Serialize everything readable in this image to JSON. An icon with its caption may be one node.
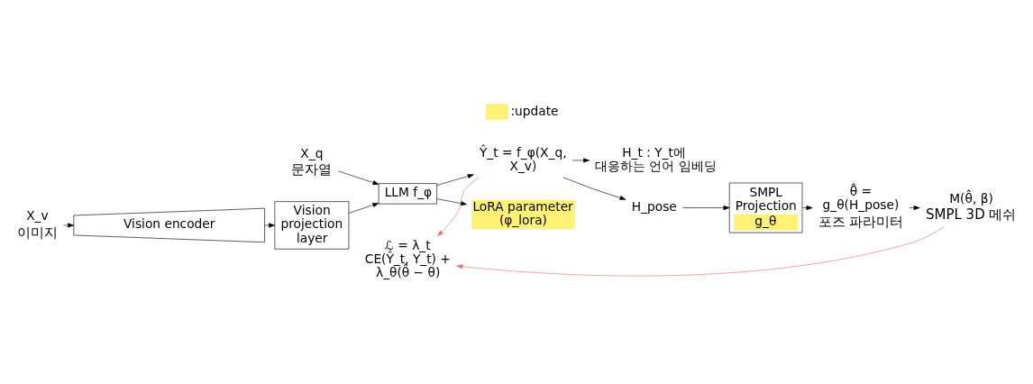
{
  "diagram": {
    "nodes": [
      {
        "text": [
          "X_q"
        ],
        "beside": [
          "문자열"
        ]
      },
      {
        "text": [
          "X_v"
        ],
        "beside": [
          "이미지"
        ]
      },
      {
        "text": [
          "Vision encoder"
        ]
      },
      {
        "text": [
          "Vision projection layer"
        ]
      },
      {
        "text": [
          "LLM f_φ"
        ]
      },
      {
        "text": [
          "Ŷ_t = f_φ(X_q, X_v)"
        ]
      },
      {
        "text": [
          "H_t : Y_t에 대응하는 언어 임베딩"
        ]
      },
      {
        "text": [
          "H_pose"
        ]
      },
      {
        "text": [
          "SMPL Projection",
          "g_θ"
        ]
      },
      {
        "text": [
          "θ̂ = g_θ(H_pose)"
        ],
        "beside": [
          "포즈 파라미터"
        ]
      },
      {
        "text": [
          "M(θ̂, β)"
        ],
        "beside": [
          "SMPL 3D 메쉬"
        ]
      },
      {
        "text": [
          "LoRA parameter (φ_lora)"
        ]
      },
      {
        "text": [
          "ℒ = λ_t CE(Ŷ_t, Y_t) + λ_θ(θ̂ − θ)"
        ]
      }
    ],
    "edges": [
      {
        "from": 0,
        "to": 4,
        "arrow": "to"
      },
      {
        "from": 1,
        "to": 2,
        "arrow": "to"
      },
      {
        "from": 2,
        "to": 3,
        "arrow": "to"
      },
      {
        "from": 3,
        "to": 4,
        "arrow": "to"
      },
      {
        "from": 4,
        "to": 5,
        "arrow": "to"
      },
      {
        "from": 5,
        "to": 6,
        "arrow": "to"
      },
      {
        "from": 5,
        "to": 7,
        "arrow": "to"
      },
      {
        "from": 7,
        "to": 8,
        "arrow": "to"
      },
      {
        "from": 8,
        "to": 9,
        "arrow": "to"
      },
      {
        "from": 9,
        "to": 10,
        "arrow": "to"
      },
      {
        "from": 4,
        "to": 11,
        "arrow": "to"
      },
      {
        "from": 5,
        "to": 12,
        "arrow": "to",
        "color": "#e57368"
      },
      {
        "from": 10,
        "to": 12,
        "arrow": "to",
        "color": "#e57368"
      }
    ],
    "legend": [
      {
        "text": ":update",
        "color": "#fff176"
      }
    ]
  }
}
